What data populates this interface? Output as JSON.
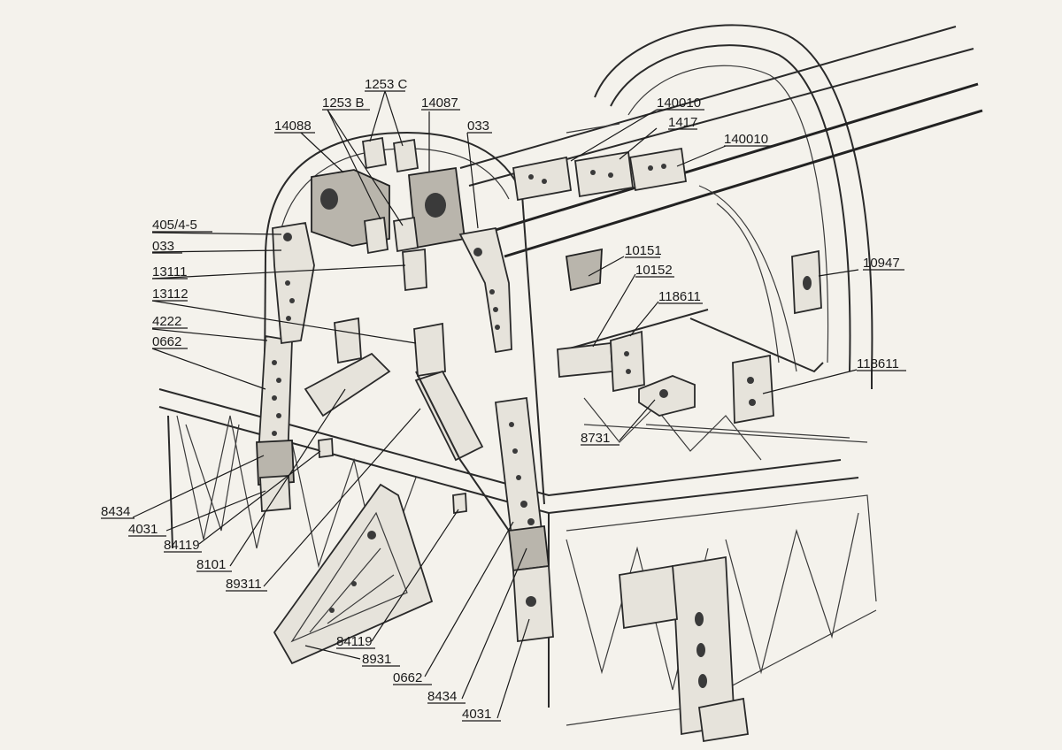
{
  "figure": {
    "description_visible": "",
    "labels": [
      {
        "id": "l-1253c",
        "text": "1253 C"
      },
      {
        "id": "l-1253b",
        "text": "1253 B"
      },
      {
        "id": "l-14087",
        "text": "14087"
      },
      {
        "id": "l-14088",
        "text": "14088"
      },
      {
        "id": "l-033-top",
        "text": "033"
      },
      {
        "id": "l-140010-a",
        "text": "140010"
      },
      {
        "id": "l-1417",
        "text": "1417"
      },
      {
        "id": "l-140010-b",
        "text": "140010"
      },
      {
        "id": "l-405",
        "text": "405/4-5"
      },
      {
        "id": "l-033-left",
        "text": "033"
      },
      {
        "id": "l-13111",
        "text": "13111"
      },
      {
        "id": "l-13112",
        "text": "13112"
      },
      {
        "id": "l-4222",
        "text": "4222"
      },
      {
        "id": "l-0662-left",
        "text": "0662"
      },
      {
        "id": "l-10151",
        "text": "10151"
      },
      {
        "id": "l-10152",
        "text": "10152"
      },
      {
        "id": "l-118611-a",
        "text": "118611"
      },
      {
        "id": "l-10947",
        "text": "10947"
      },
      {
        "id": "l-118611-b",
        "text": "118611"
      },
      {
        "id": "l-8731",
        "text": "8731"
      },
      {
        "id": "l-8434-left",
        "text": "8434"
      },
      {
        "id": "l-4031-left",
        "text": "4031"
      },
      {
        "id": "l-84119-left",
        "text": "84119"
      },
      {
        "id": "l-8101",
        "text": "8101"
      },
      {
        "id": "l-89311",
        "text": "89311"
      },
      {
        "id": "l-84119-bottom",
        "text": "84119"
      },
      {
        "id": "l-8931",
        "text": "8931"
      },
      {
        "id": "l-0662-bottom",
        "text": "0662"
      },
      {
        "id": "l-8434-bottom",
        "text": "8434"
      },
      {
        "id": "l-4031-bottom",
        "text": "4031"
      }
    ]
  },
  "colors": {
    "paper": "#f4f2ec",
    "ink": "#2a2a2a"
  }
}
